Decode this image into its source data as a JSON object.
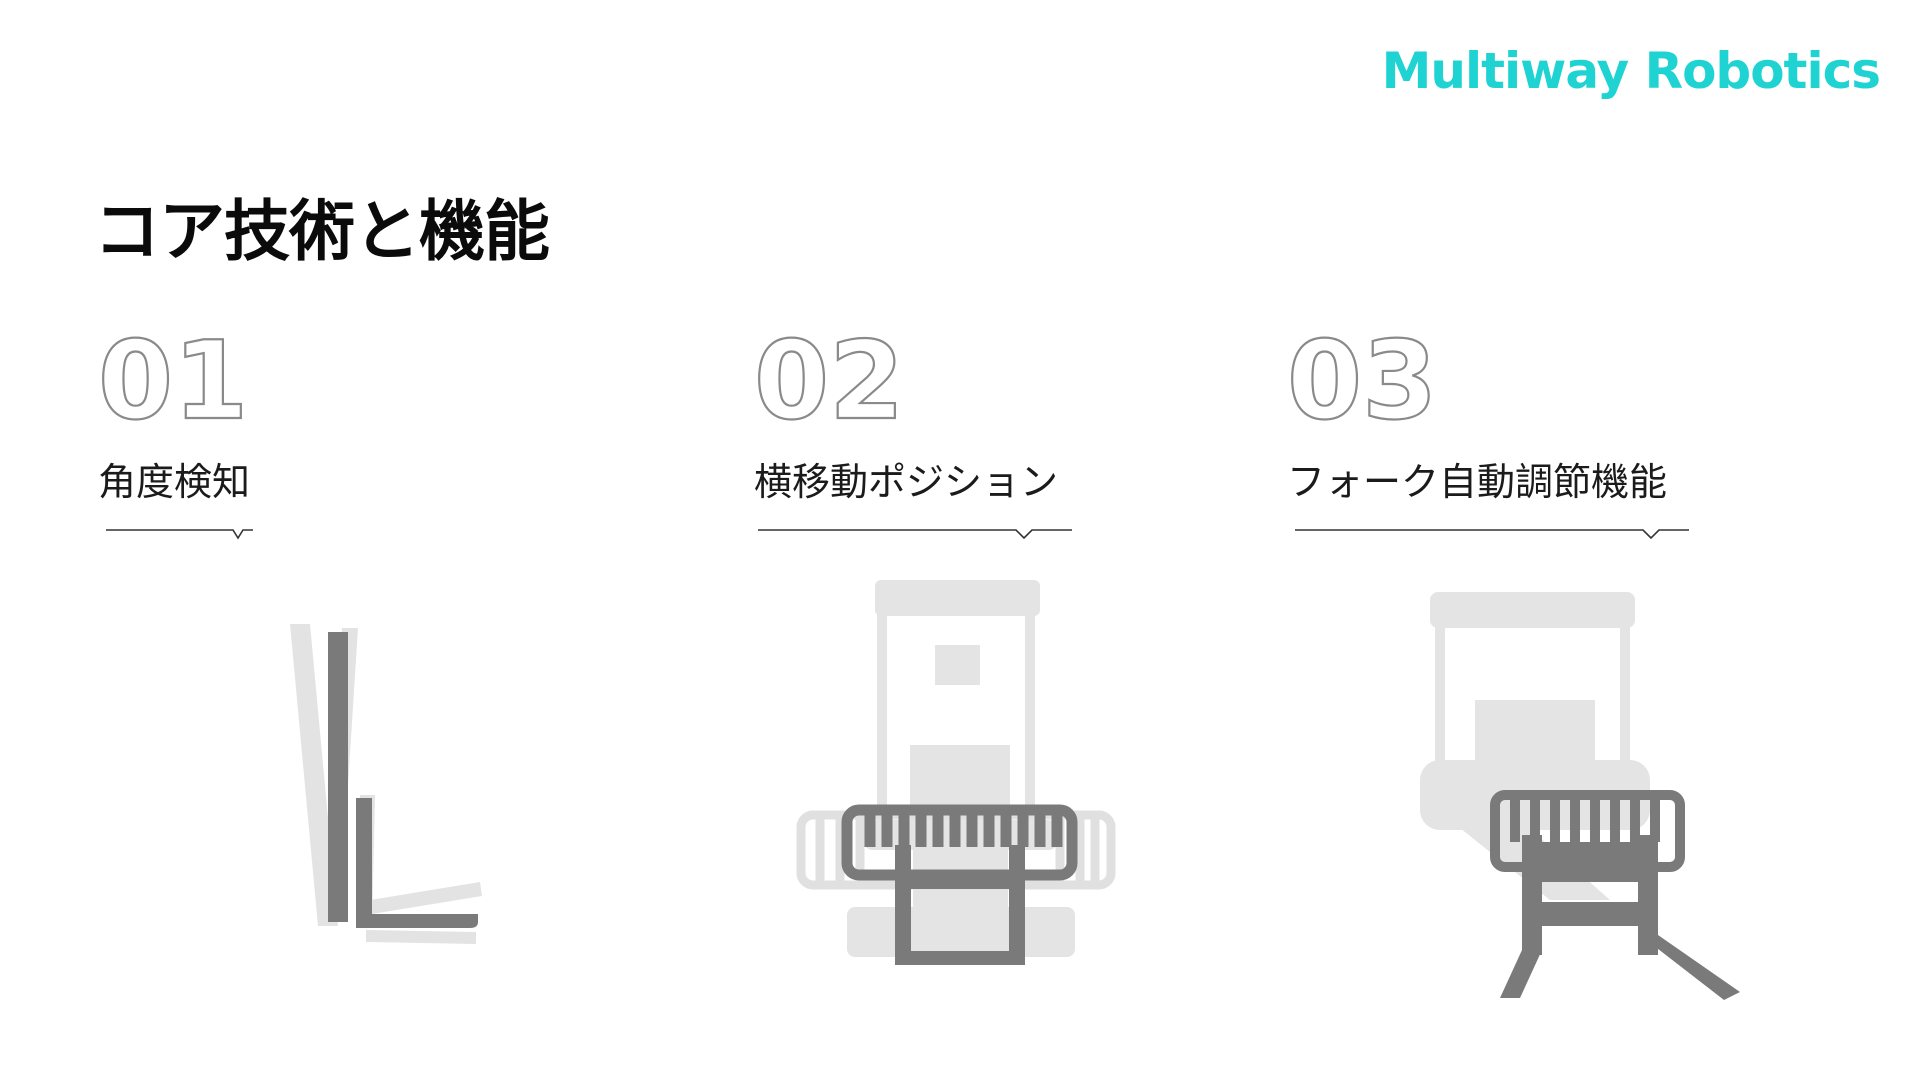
{
  "brand": {
    "name": "Multiway Robotics",
    "color": "#1fd3d3"
  },
  "slide": {
    "title": "コア技術と機能"
  },
  "features": [
    {
      "number": "01",
      "label": "角度検知",
      "illustration": "fork-tilt-icon"
    },
    {
      "number": "02",
      "label": "横移動ポジション",
      "illustration": "forklift-side-shift-icon"
    },
    {
      "number": "03",
      "label": "フォーク自動調節機能",
      "illustration": "forklift-fork-adjust-icon"
    }
  ],
  "colors": {
    "dark_gray": "#777777",
    "light_gray": "#e2e2e2",
    "outline": "#8a8a8a"
  }
}
